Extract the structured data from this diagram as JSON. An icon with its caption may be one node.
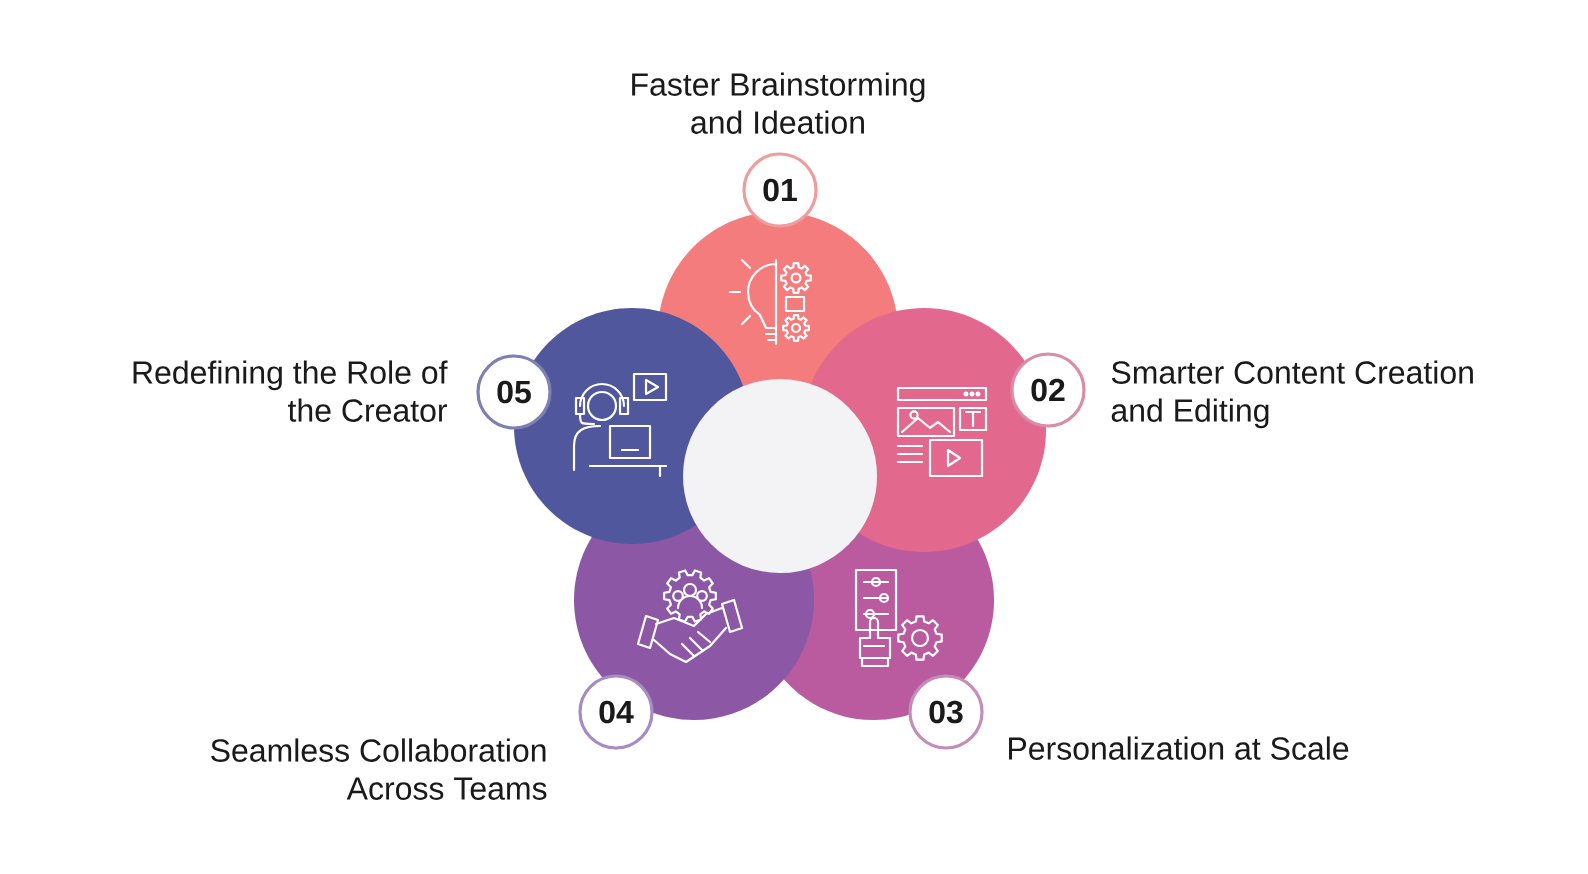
{
  "diagram": {
    "nodes": [
      {
        "text": [
          "01"
        ],
        "beside": [
          "Faster Brainstorming and Ideation"
        ]
      },
      {
        "text": [
          "02"
        ],
        "beside": [
          "Smarter Content Creation and Editing"
        ]
      },
      {
        "text": [
          "03"
        ],
        "beside": [
          "Personalization at Scale"
        ]
      },
      {
        "text": [
          "04"
        ],
        "beside": [
          "Seamless Collaboration Across Teams"
        ]
      },
      {
        "text": [
          "05"
        ],
        "beside": [
          "Redefining the Role of the Creator"
        ]
      },
      {
        "text": [],
        "shape": "circle"
      }
    ]
  }
}
